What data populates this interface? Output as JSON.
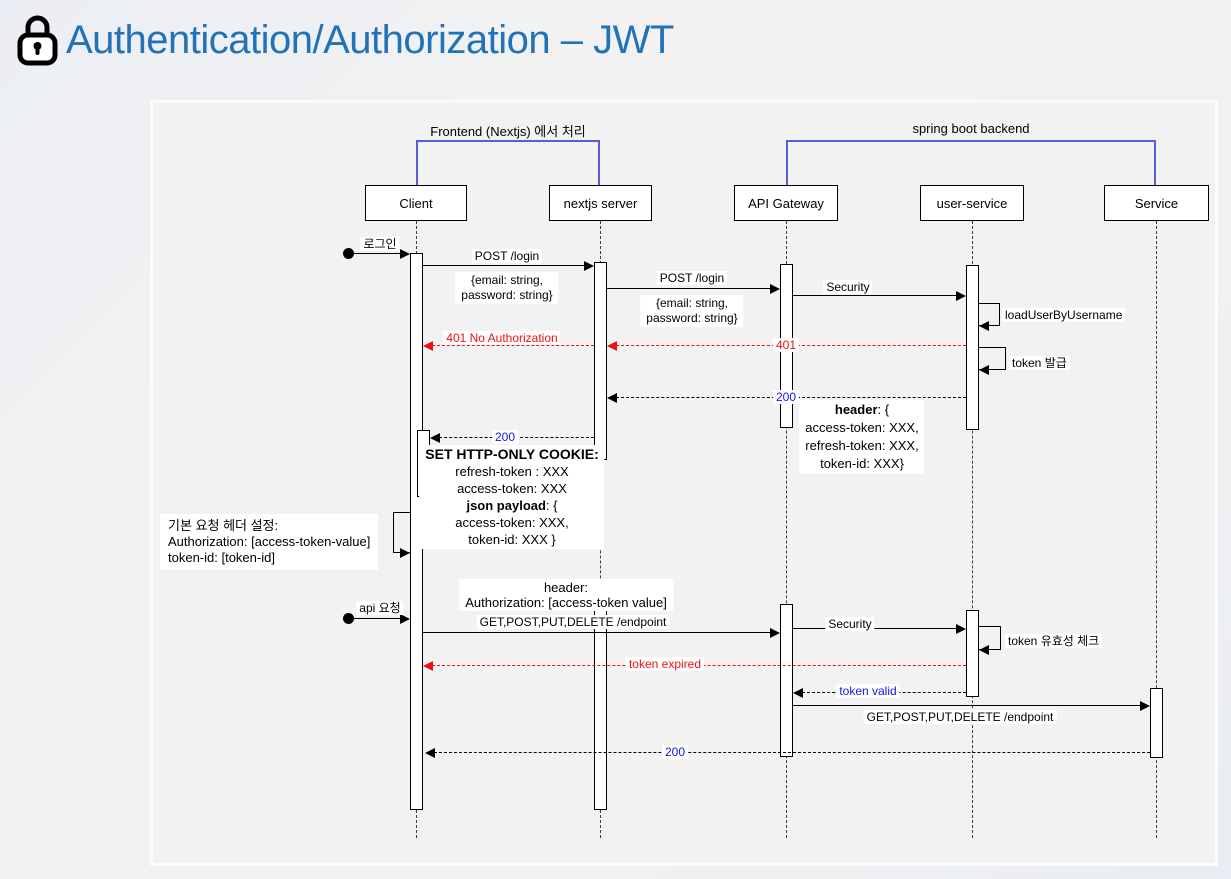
{
  "title": {
    "text": "Authentication/Authorization – JWT"
  },
  "groups": {
    "frontend": {
      "label": "Frontend (Nextjs) 에서 처리"
    },
    "backend": {
      "label": "spring boot backend"
    }
  },
  "participants": {
    "client": "Client",
    "nextjs": "nextjs server",
    "gateway": "API Gateway",
    "userservice": "user-service",
    "service": "Service"
  },
  "messages": {
    "login": "로그인",
    "post_login": "POST /login",
    "login_payload_1": "{email: string,",
    "login_payload_2": "password: string}",
    "post_login2": "POST /login",
    "login_payload2_1": "{email: string,",
    "login_payload2_2": "password: string}",
    "security1": "Security",
    "load_user": "loadUserByUsername",
    "err401_full": "401 No Authorization",
    "err401": "401",
    "token_issue": "token 발급",
    "ok200_a": "200",
    "ok200_b": "200",
    "ok200_c": "200",
    "api_request": "api 요청",
    "get_endpoint1": "GET,POST,PUT,DELETE /endpoint",
    "security2": "Security",
    "token_validate": "token 유효성 체크",
    "token_expired": "token expired",
    "token_valid": "token valid",
    "get_endpoint2": "GET,POST,PUT,DELETE /endpoint"
  },
  "blocks": {
    "response_header": {
      "bold": "header",
      "bold_rest": ": {",
      "lines": [
        "access-token: XXX,",
        "refresh-token: XXX,",
        "token-id: XXX}"
      ]
    },
    "set_cookie": {
      "title": "SET HTTP-ONLY COOKIE:",
      "line1": "refresh-token : XXX",
      "line2": "access-token: XXX",
      "payload_bold": "json payload",
      "payload_rest": ": {",
      "line3": "access-token: XXX,",
      "line4": "token-id: XXX }"
    },
    "default_headers": {
      "line1": "기본 요청 헤더 설정:",
      "line2": "Authorization: [access-token-value]",
      "line3": "token-id: [token-id]"
    },
    "request_header": {
      "line1": "header:",
      "line2": "Authorization: [access-token value]"
    }
  },
  "colors": {
    "title_blue": "#2272b8",
    "bracket_blue": "#5c5cdb",
    "error_red": "#ee1111",
    "status_blue": "#1414e6",
    "panel_bg": "#f2f2f3"
  }
}
